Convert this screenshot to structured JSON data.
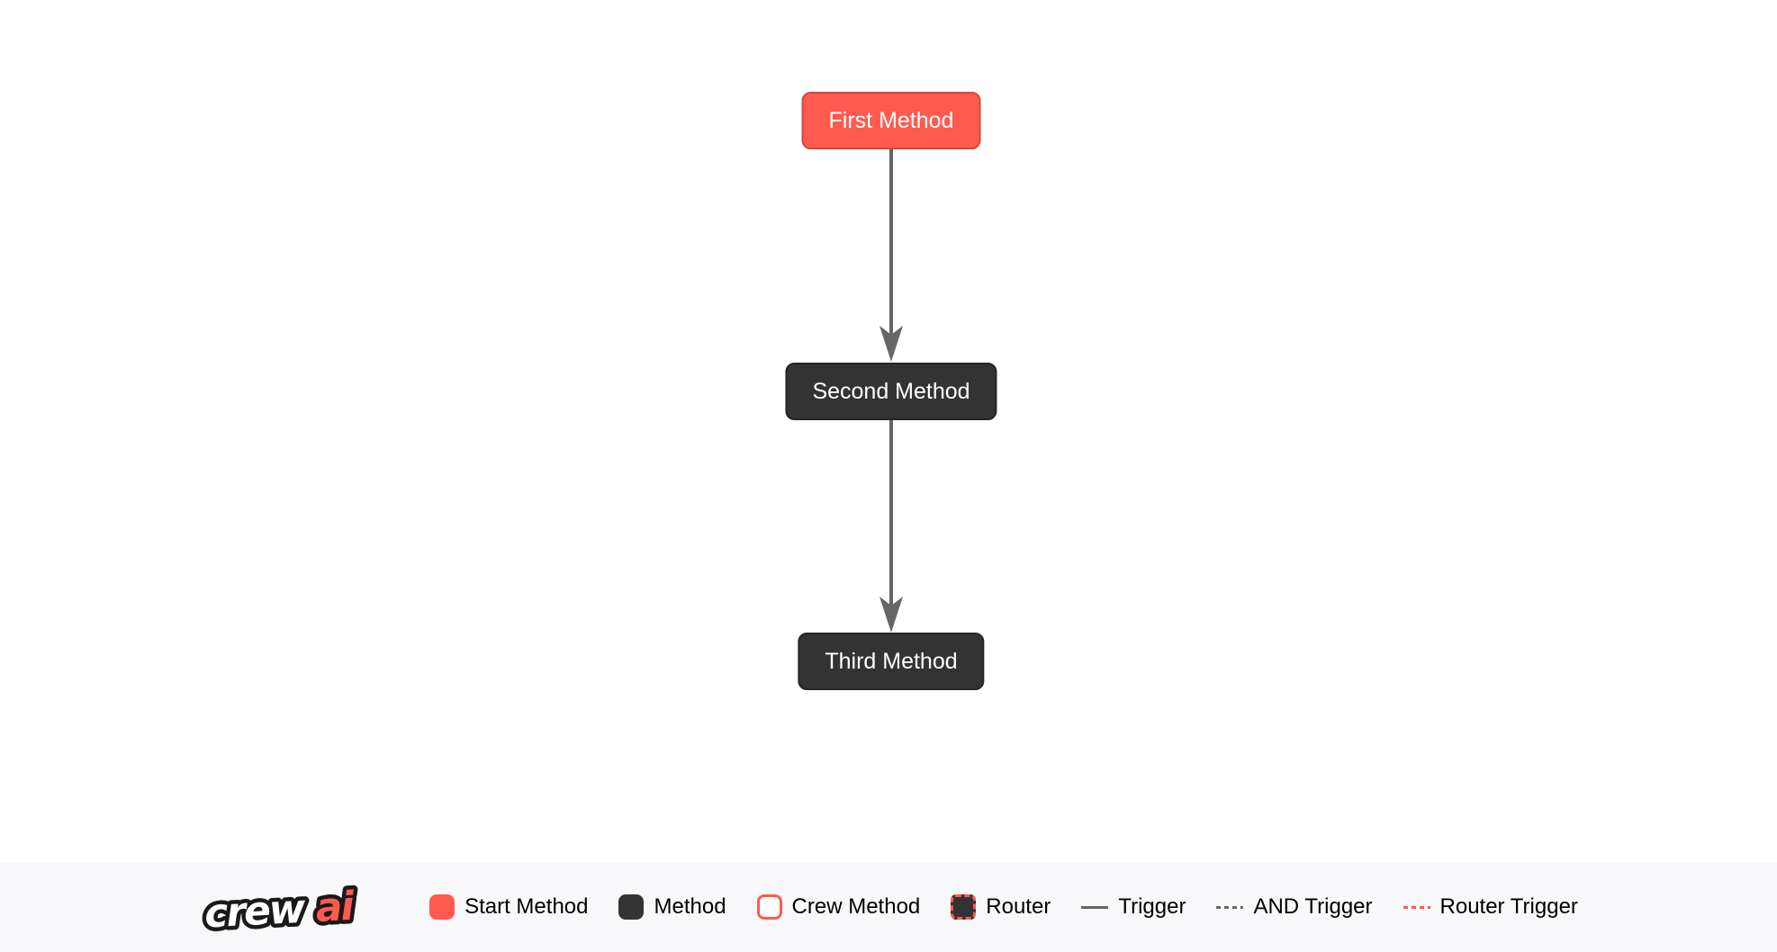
{
  "colors": {
    "start_method_fill": "#ff5a50",
    "start_method_border": "#d6473e",
    "method_fill": "#333333",
    "method_border": "#262626",
    "edge": "#666666",
    "router_border": "#ff5a50",
    "footer_background": "#f8f8fa",
    "canvas_background": "#ffffff",
    "legend_text": "#000000"
  },
  "canvas": {
    "nodes": [
      {
        "label": "First Method",
        "type": "start-method"
      },
      {
        "label": "Second Method",
        "type": "method"
      },
      {
        "label": "Third Method",
        "type": "method"
      }
    ],
    "edges": [
      {
        "from": "First Method",
        "to": "Second Method",
        "type": "trigger"
      },
      {
        "from": "Second Method",
        "to": "Third Method",
        "type": "trigger"
      }
    ]
  },
  "footer": {
    "logo": {
      "crew": "crew",
      "ai": "ai"
    },
    "legend": [
      {
        "label": "Start Method",
        "swatch": "start-method-box"
      },
      {
        "label": "Method",
        "swatch": "method-box"
      },
      {
        "label": "Crew Method",
        "swatch": "crew-method-box"
      },
      {
        "label": "Router",
        "swatch": "router-box"
      },
      {
        "label": "Trigger",
        "swatch": "solid-line"
      },
      {
        "label": "AND Trigger",
        "swatch": "dashed-line"
      },
      {
        "label": "Router Trigger",
        "swatch": "dashed-red-line"
      }
    ]
  }
}
